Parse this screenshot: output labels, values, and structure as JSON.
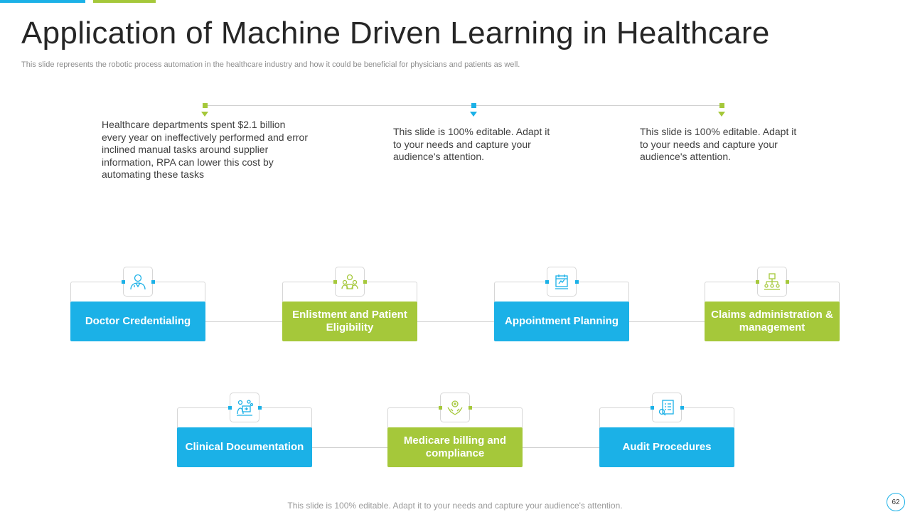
{
  "slide": {
    "title": "Application of Machine Driven Learning in Healthcare",
    "subtitle": "This slide represents the robotic process automation in the healthcare industry and how it could be beneficial for physicians and patients as well.",
    "footer": "This slide is 100% editable. Adapt it to your needs and capture your audience's attention.",
    "page_number": "62"
  },
  "colors": {
    "blue": "#1bb1e7",
    "green": "#a5c83a"
  },
  "notes": [
    "Healthcare departments spent $2.1 billion every year on ineffectively performed and error inclined manual tasks around supplier information, RPA can lower this cost by automating these tasks",
    "This slide is 100% editable.  Adapt it to your needs and capture your audience's attention.",
    "This slide is 100% editable.  Adapt it to your needs and capture your audience's attention."
  ],
  "cards": [
    {
      "label": "Doctor Credentialing",
      "color": "blue",
      "icon": "doctor-icon"
    },
    {
      "label": "Enlistment and Patient Eligibility",
      "color": "green",
      "icon": "patients-icon"
    },
    {
      "label": "Appointment Planning",
      "color": "blue",
      "icon": "calendar-icon"
    },
    {
      "label": "Claims administration & management",
      "color": "green",
      "icon": "hierarchy-icon"
    },
    {
      "label": "Clinical Documentation",
      "color": "blue",
      "icon": "clinic-icon"
    },
    {
      "label": "Medicare billing and compliance",
      "color": "green",
      "icon": "hands-care-icon"
    },
    {
      "label": "Audit Procedures",
      "color": "blue",
      "icon": "checklist-icon"
    }
  ]
}
